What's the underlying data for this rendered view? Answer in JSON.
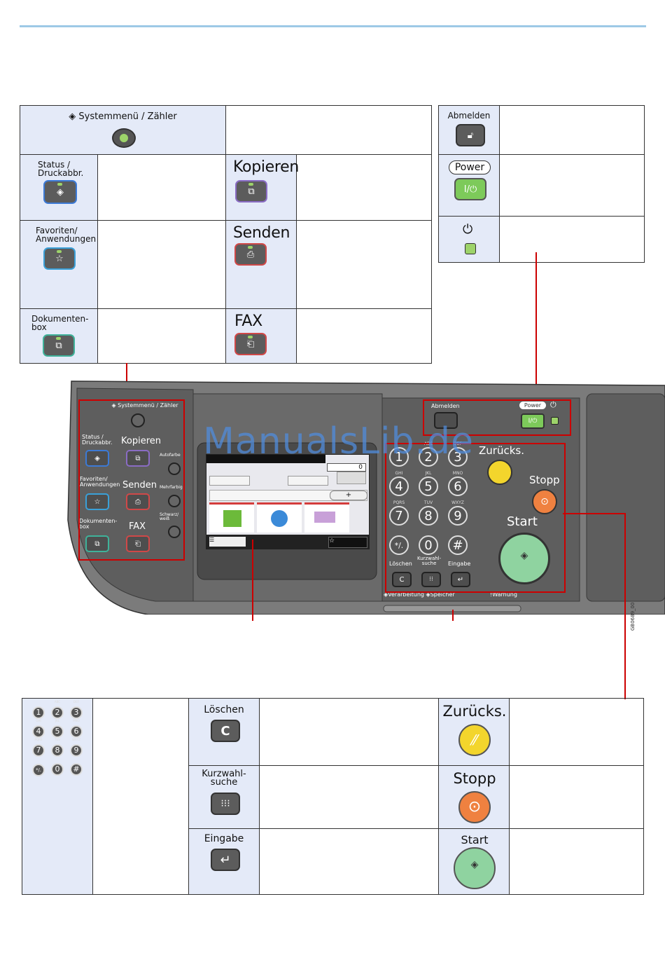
{
  "top_panel": {
    "system_menu": "Systemmenü / Zähler",
    "status": "Status /\nDruckabbr.",
    "kopieren": "Kopieren",
    "favoriten": "Favoriten/\nAnwendungen",
    "senden": "Senden",
    "dokumentenbox": "Dokumenten-\nbox",
    "fax": "FAX"
  },
  "right_panel": {
    "abmelden": "Abmelden",
    "power": "Power",
    "power_button": "I/⏻"
  },
  "device": {
    "system_menu": "Systemmenü / Zähler",
    "status": "Status /\nDruckabbr.",
    "kopieren": "Kopieren",
    "favoriten": "Favoriten/\nAnwendungen",
    "senden": "Senden",
    "dokumentenbox": "Dokumenten-\nbox",
    "fax": "FAX",
    "autofarbe": "Autofarbe",
    "mehrfarbig": "Mehrfarbig",
    "schwarzweiss": "Schwarz/\nweiß",
    "abmelden": "Abmelden",
    "power": "Power",
    "zurueck": "Zurücks.",
    "stopp": "Stopp",
    "start": "Start",
    "loeschen": "Löschen",
    "kurzwahl": "Kurzwahl-\nsuche",
    "eingabe": "Eingabe",
    "verarbeitung": "Verarbeitung",
    "speicher": "Speicher",
    "warnung": "Warnung",
    "screen_count": "0",
    "code": "GB0689_00",
    "watermark": "ManualsLib.de"
  },
  "keypad": [
    {
      "d": "1",
      "l": ""
    },
    {
      "d": "2",
      "l": "ABC"
    },
    {
      "d": "3",
      "l": "DEF"
    },
    {
      "d": "4",
      "l": "GHI"
    },
    {
      "d": "5",
      "l": "JKL"
    },
    {
      "d": "6",
      "l": "MNO"
    },
    {
      "d": "7",
      "l": "PQRS"
    },
    {
      "d": "8",
      "l": "TUV"
    },
    {
      "d": "9",
      "l": "WXYZ"
    },
    {
      "d": "*/.",
      "l": ""
    },
    {
      "d": "0",
      "l": ""
    },
    {
      "d": "#",
      "l": ""
    }
  ],
  "bottom_panel": {
    "loeschen": "Löschen",
    "kurzwahl": "Kurzwahl-\nsuche",
    "eingabe": "Eingabe",
    "zurueck": "Zurücks.",
    "stopp": "Stopp",
    "start": "Start",
    "c_key": "C"
  },
  "colors": {
    "label_bg": "#e4eaf8",
    "red": "#cc0000",
    "panel_dark": "#5a5a5a",
    "panel_mid": "#878787",
    "status_blue": "#3c7ad6",
    "kopieren_purple": "#8a6cc4",
    "favoriten_blue": "#3aa0d8",
    "senden_red": "#d04848",
    "box_teal": "#3fb29a",
    "zurueck_yellow": "#f3d52c",
    "stopp_orange": "#ef8140",
    "start_green": "#8fd3a0"
  }
}
